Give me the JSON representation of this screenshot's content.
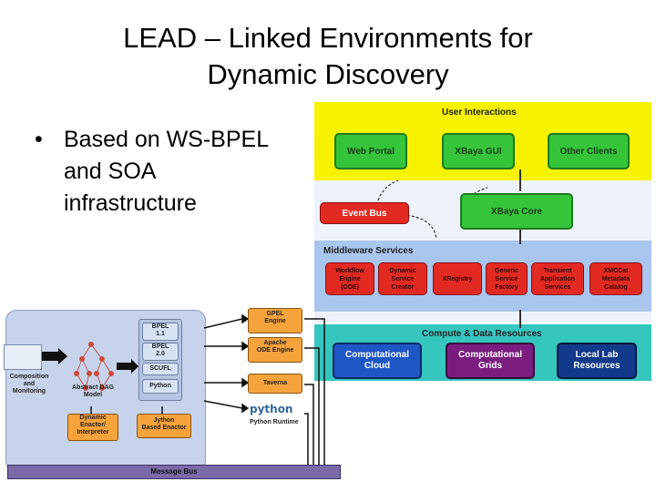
{
  "slide": {
    "title_line1": "LEAD – Linked Environments for",
    "title_line2": "Dynamic Discovery",
    "bullet_symbol": "•",
    "bullet_line1": "Based on WS-BPEL",
    "bullet_line2": "and SOA",
    "bullet_line3": "infrastructure"
  },
  "lead_diagram": {
    "user_interactions": "User Interactions",
    "web_portal": "Web Portal",
    "xbaya_gui": "XBaya GUI",
    "other_clients": "Other Clients",
    "event_bus": "Event Bus",
    "xbaya_core": "XBaya Core",
    "middleware_services": "Middleware Services",
    "services": [
      {
        "l1": "Workflow",
        "l2": "Engine",
        "l3": "(ODE)"
      },
      {
        "l1": "Dynamic",
        "l2": "Service",
        "l3": "Creator"
      },
      {
        "l1": "XRegistry",
        "l2": "",
        "l3": ""
      },
      {
        "l1": "Generic",
        "l2": "Service",
        "l3": "Factory"
      },
      {
        "l1": "Transient",
        "l2": "Application",
        "l3": "Services"
      },
      {
        "l1": "XMCCat",
        "l2": "Metadata",
        "l3": "Catalog"
      }
    ],
    "compute_resources": "Compute & Data Resources",
    "computational_cloud_1": "Computational",
    "computational_cloud_2": "Cloud",
    "computational_grids_1": "Computational",
    "computational_grids_2": "Grids",
    "local_lab_1": "Local Lab",
    "local_lab_2": "Resources"
  },
  "workflow_diagram": {
    "composition_1": "Composition",
    "composition_2": "and",
    "composition_3": "Monitoring",
    "abstract_dag_1": "Abstract DAG",
    "abstract_dag_2": "Model",
    "bpel11_1": "BPEL",
    "bpel11_2": "1.1",
    "bpel20_1": "BPEL",
    "bpel20_2": "2.0",
    "scufl": "SCUFL",
    "python": "Python",
    "dynamic_enactor_1": "Dynamic",
    "dynamic_enactor_2": "Enactor/",
    "dynamic_enactor_3": "Interpreter",
    "jython_1": "Jython",
    "jython_2": "Based Enactor",
    "gpel_1": "GPEL",
    "gpel_2": "Engine",
    "apache_1": "Apache",
    "apache_2": "ODE Engine",
    "taverna": "Taverna",
    "python_logo": "python",
    "python_runtime": "Python Runtime",
    "message_bus": "Message Bus"
  },
  "colors": {
    "user_band": "#f6f200",
    "middleware_band": "#a9c6ee",
    "compute_band": "#35c6c0",
    "green_box": "#35c43a",
    "red_box": "#e22a22",
    "message_bus": "#7a6aa8",
    "enactor_orange": "#f6a33c"
  }
}
